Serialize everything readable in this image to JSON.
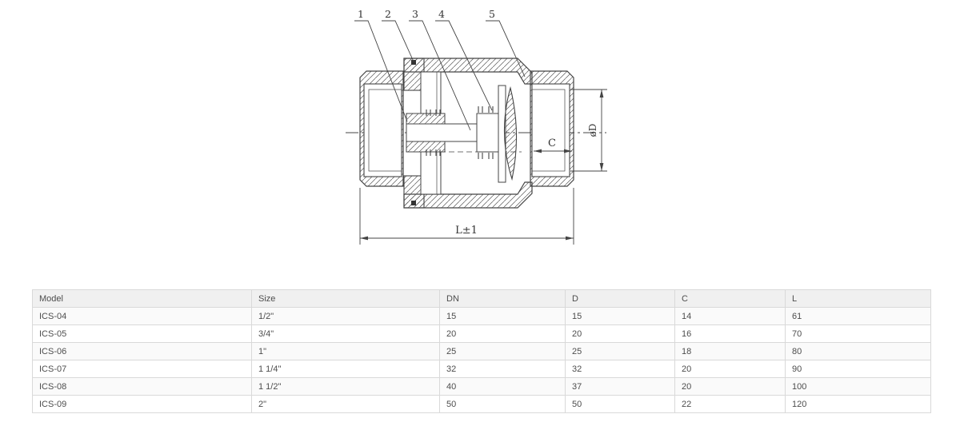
{
  "drawing": {
    "title": "check-valve-cross-section",
    "part_labels": [
      "1",
      "2",
      "3",
      "4",
      "5"
    ],
    "dim_c_label": "C",
    "dim_d_label": "øD",
    "dim_l_label": "L±1",
    "line_color": "#444444"
  },
  "table": {
    "columns": [
      "Model",
      "Size",
      "DN",
      "D",
      "C",
      "L"
    ],
    "rows": [
      [
        "ICS-04",
        "1/2\"",
        "15",
        "15",
        "14",
        "61"
      ],
      [
        "ICS-05",
        "3/4\"",
        "20",
        "20",
        "16",
        "70"
      ],
      [
        "ICS-06",
        "1\"",
        "25",
        "25",
        "18",
        "80"
      ],
      [
        "ICS-07",
        "1 1/4\"",
        "32",
        "32",
        "20",
        "90"
      ],
      [
        "ICS-08",
        "1 1/2\"",
        "40",
        "37",
        "20",
        "100"
      ],
      [
        "ICS-09",
        "2\"",
        "50",
        "50",
        "22",
        "120"
      ]
    ]
  },
  "colors": {
    "table_header_bg": "#f0f0f0",
    "table_alt_row_bg": "#fafafa",
    "table_border": "#d9d9d9",
    "table_text": "#4d4d4d",
    "drawing_line": "#444444"
  }
}
